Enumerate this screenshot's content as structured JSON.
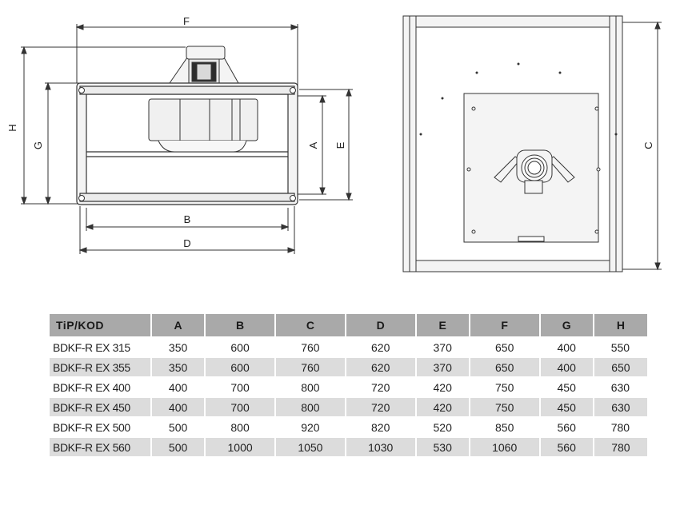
{
  "drawing": {
    "side_labels": {
      "F": "F",
      "H": "H",
      "G": "G",
      "A": "A",
      "E": "E",
      "B": "B",
      "D": "D"
    },
    "top_labels": {
      "C": "C"
    },
    "line_color": "#333333",
    "fill_color": "#f4f4f4"
  },
  "table": {
    "headers": [
      "TiP/KOD",
      "A",
      "B",
      "C",
      "D",
      "E",
      "F",
      "G",
      "H"
    ],
    "rows": [
      [
        "BDKF-R EX 315",
        "350",
        "600",
        "760",
        "620",
        "370",
        "650",
        "400",
        "550"
      ],
      [
        "BDKF-R EX 355",
        "350",
        "600",
        "760",
        "620",
        "370",
        "650",
        "400",
        "650"
      ],
      [
        "BDKF-R EX 400",
        "400",
        "700",
        "800",
        "720",
        "420",
        "750",
        "450",
        "630"
      ],
      [
        "BDKF-R EX 450",
        "400",
        "700",
        "800",
        "720",
        "420",
        "750",
        "450",
        "630"
      ],
      [
        "BDKF-R EX 500",
        "500",
        "800",
        "920",
        "820",
        "520",
        "850",
        "560",
        "780"
      ],
      [
        "BDKF-R EX 560",
        "500",
        "1000",
        "1050",
        "1030",
        "530",
        "1060",
        "560",
        "780"
      ]
    ],
    "header_bg": "#a9a9a9",
    "stripe_bg": "#dcdcdc"
  }
}
